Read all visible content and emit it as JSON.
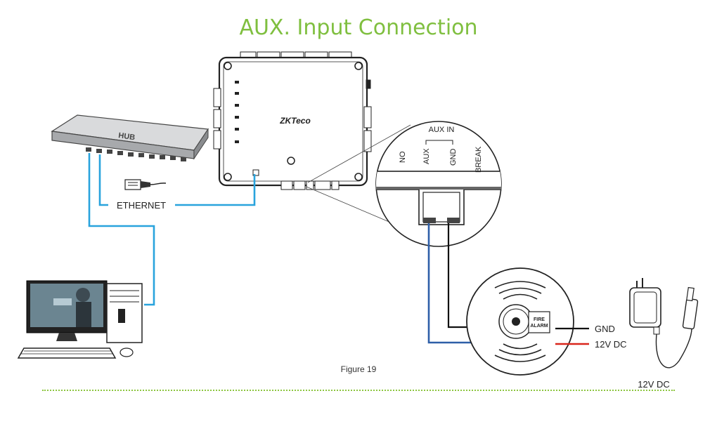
{
  "title": "AUX. Input Connection",
  "caption": "Figure 19",
  "hub_label": "HUB",
  "ethernet_label": "ETHERNET",
  "brand_logo": "ZKTeco",
  "zoom": {
    "group_label": "AUX IN",
    "terminals": [
      "NO",
      "AUX",
      "GND",
      "BREAK"
    ]
  },
  "fire_alarm": {
    "label_line1": "FIRE",
    "label_line2": "ALARM"
  },
  "wire_labels": {
    "gnd": "GND",
    "power": "12V DC"
  },
  "adapter_label": "12V DC",
  "colors": {
    "title": "#7fbf3f",
    "network_cable": "#29a3dd",
    "aux_wire": "#2e5fa8",
    "power_wire": "#d9261c",
    "ground_wire": "#111111",
    "divider": "#8cc63f"
  }
}
